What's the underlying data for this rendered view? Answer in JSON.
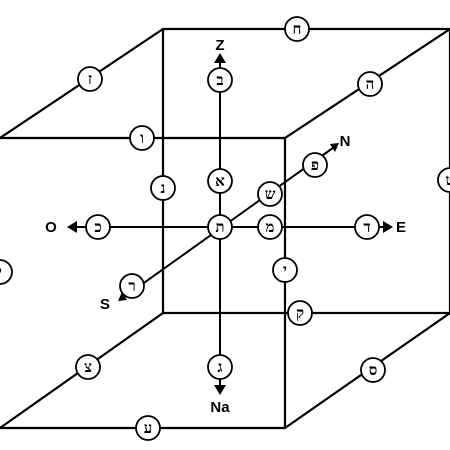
{
  "diagram": {
    "colors": {
      "stroke": "#000000",
      "background": "#ffffff"
    },
    "directions": {
      "up": "Z",
      "down": "Na",
      "left": "O",
      "right": "E",
      "front": "S",
      "back": "N"
    },
    "letters": {
      "upper_back_left_edge": "ז",
      "upper_back_right_corner": "ח",
      "upper_right_edge": "ה",
      "upper_front_edge": "ו",
      "right_back_vertical_edge": "ט",
      "left_front_vertical_edge": "י",
      "lower_front_left_edge": "צ",
      "lower_front_edge": "ע",
      "lower_right_edge": "ס",
      "lower_back_edge": "ק",
      "front_right_vertical_edge": "י",
      "back_left_vertical_edge": "נ",
      "up_axis": "ב",
      "down_axis": "ג",
      "left_axis": "כ",
      "right_axis": "ד",
      "front_axis": "ר",
      "back_axis": "פ",
      "center": "ת",
      "upper_center": "א",
      "right_center": "מ",
      "back_center": "ש"
    }
  }
}
